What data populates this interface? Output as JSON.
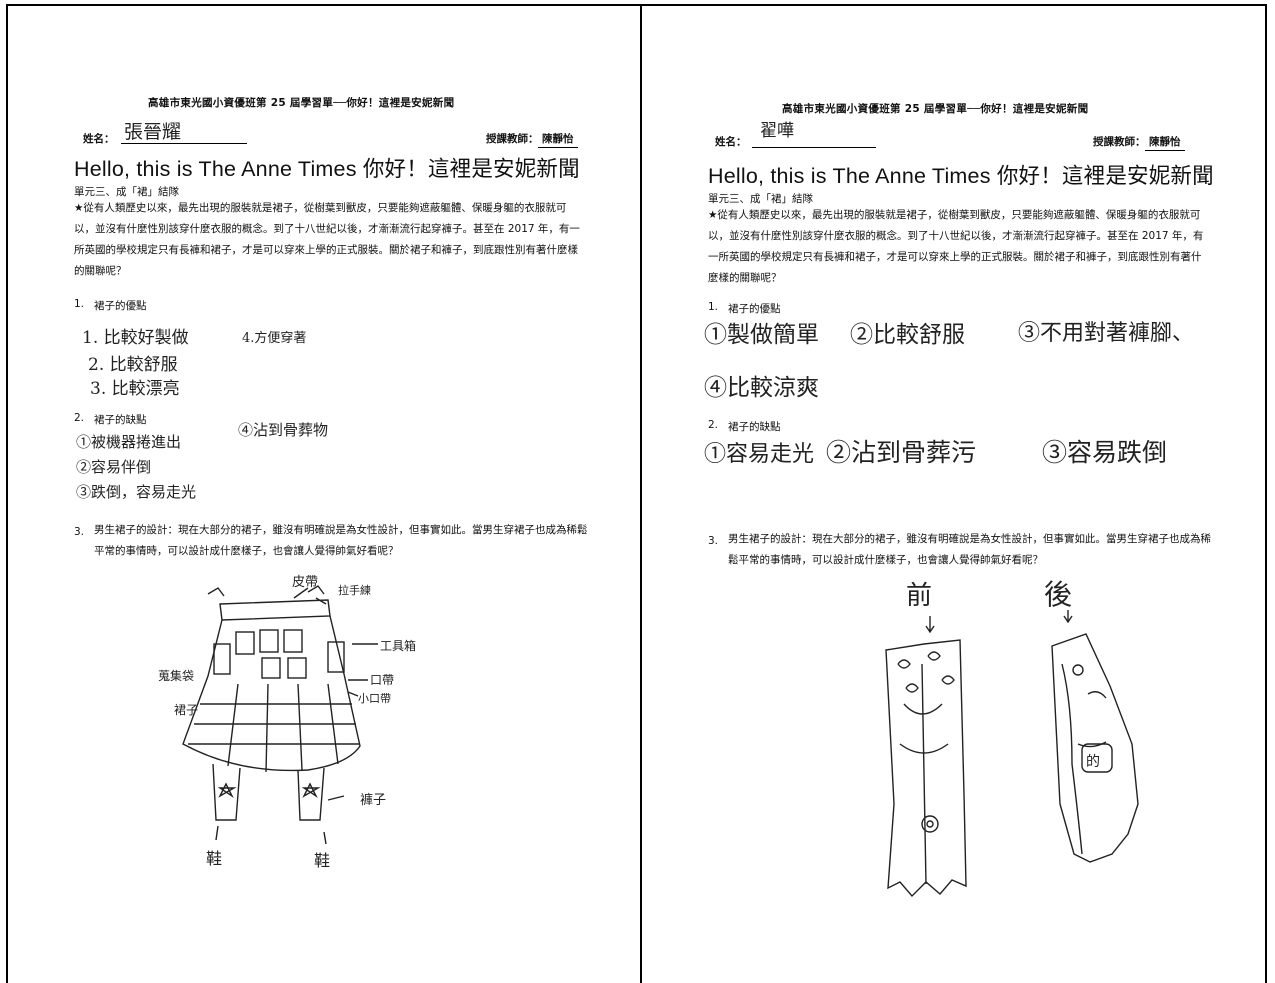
{
  "worksheet": {
    "school_title": "高雄市東光國小資優班第 25 屆學習單──你好！這裡是安妮新聞",
    "name_label": "姓名：",
    "teacher_label": "授課教師：",
    "teacher_name": "陳靜怡",
    "headline": "Hello, this is The Anne Times 你好！這裡是安妮新聞",
    "unit_title": "單元三、成「裙」結隊",
    "intro": "★從有人類歷史以來，最先出現的服裝就是裙子，從樹葉到獸皮，只要能夠遮蔽軀體、保暖身軀的衣服就可以，並沒有什麼性別該穿什麼衣服的概念。到了十八世紀以後，才漸漸流行起穿褲子。甚至在 2017 年，有一所英國的學校規定只有長褲和裙子，才是可以穿來上學的正式服裝。關於裙子和褲子，到底跟性別有著什麼樣的關聯呢？",
    "q1_number": "1.",
    "q1_title": "裙子的優點",
    "q2_number": "2.",
    "q2_title": "裙子的缺點",
    "q3_number": "3.",
    "q3_text": "男生裙子的設計：現在大部分的裙子，雖沒有明確說是為女性設計，但事實如此。當男生穿裙子也成為稀鬆平常的事情時，可以設計成什麼樣子，也會讓人覺得帥氣好看呢？"
  },
  "left_student": {
    "name": "張晉耀",
    "q1_answers": [
      "1. 比較好製做",
      "4.方便穿著",
      "2. 比較舒服",
      "3. 比較漂亮"
    ],
    "q2_answers": [
      "①被機器捲進出",
      "④沾到骨葬物",
      "②容易伴倒",
      "③跌倒，容易走光"
    ],
    "drawing_labels": [
      "皮帶",
      "拉手練",
      "工具箱",
      "口帶",
      "小口帶",
      "裙子",
      "褲子",
      "鞋",
      "鞋",
      "蒐集袋"
    ]
  },
  "right_student": {
    "name": "翟嘩",
    "q1_answers": [
      "①製做簡單",
      "②比較舒服",
      "③不用對著褲腳、",
      "④比較涼爽"
    ],
    "q2_answers": [
      "①容易走光",
      "②沾到骨葬污",
      "③容易跌倒"
    ],
    "drawing_labels": [
      "前",
      "後",
      "的"
    ]
  }
}
